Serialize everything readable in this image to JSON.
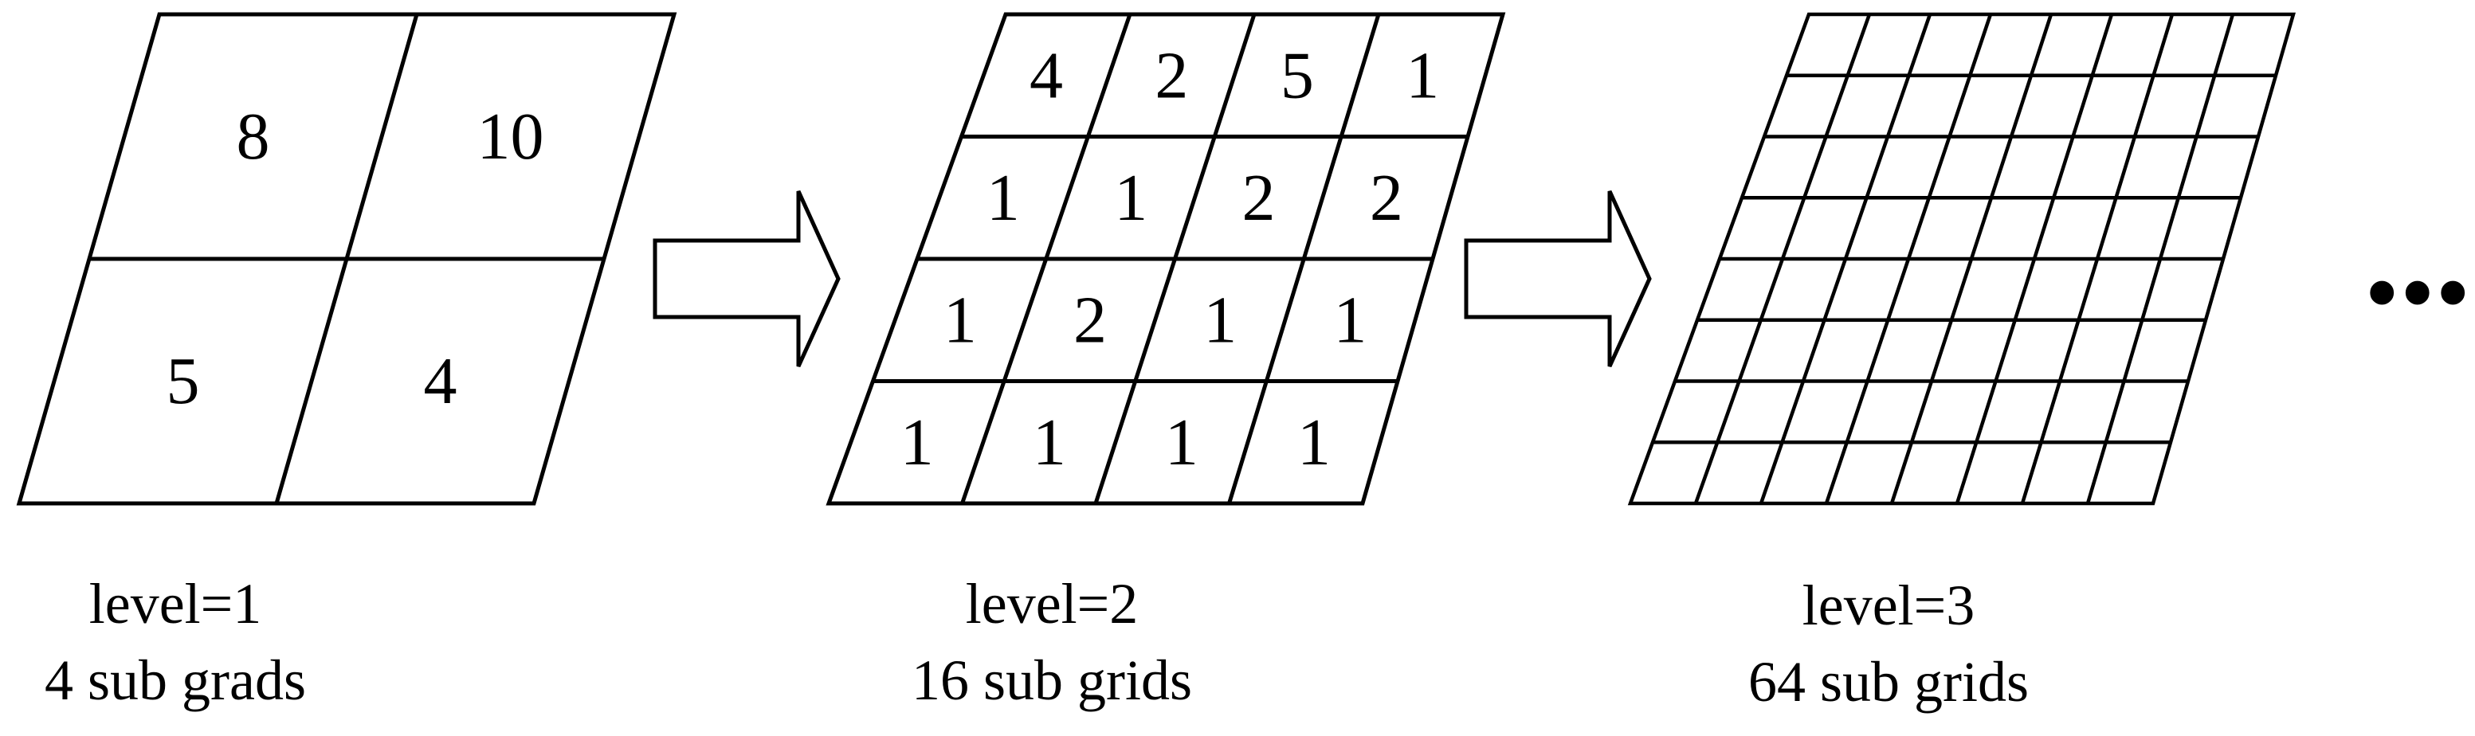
{
  "grids": [
    {
      "id": "level-1",
      "divisions": 2,
      "rows": [
        [
          "8",
          "10"
        ],
        [
          "5",
          "4"
        ]
      ],
      "caption_level": "level=1",
      "caption_count": "4 sub grads"
    },
    {
      "id": "level-2",
      "divisions": 4,
      "rows": [
        [
          "4",
          "2",
          "5",
          "1"
        ],
        [
          "1",
          "1",
          "2",
          "2"
        ],
        [
          "1",
          "2",
          "1",
          "1"
        ],
        [
          "1",
          "1",
          "1",
          "1"
        ]
      ],
      "caption_level": "level=2",
      "caption_count": "16 sub grids"
    },
    {
      "id": "level-3",
      "divisions": 8,
      "rows": [],
      "caption_level": "level=3",
      "caption_count": "64 sub grids"
    }
  ],
  "ellipsis": "•••",
  "colors": {
    "line": "#000000",
    "background": "#ffffff"
  }
}
